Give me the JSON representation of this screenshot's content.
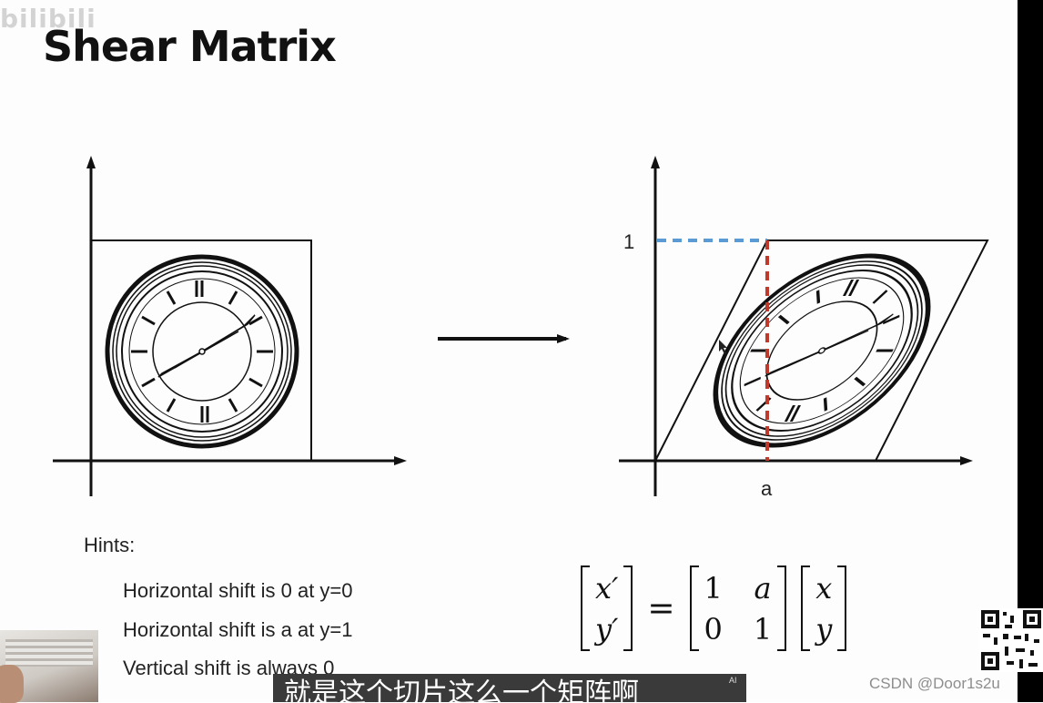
{
  "watermark": "bilibili",
  "title": "Shear Matrix",
  "figure": {
    "tick_y": "1",
    "tick_x": "a"
  },
  "hints": {
    "title": "Hints:",
    "items": [
      "Horizontal shift is 0 at y=0",
      "Horizontal shift is a at y=1",
      "Vertical shift is always 0"
    ]
  },
  "equation": {
    "lhs": [
      "x′",
      "y′"
    ],
    "equals": "=",
    "matrix": [
      [
        "1",
        "a"
      ],
      [
        "0",
        "1"
      ]
    ],
    "rhs": [
      "x",
      "y"
    ]
  },
  "subtitle": "就是这个切片这么一个矩阵啊",
  "ai_label": "AI",
  "footer": "CSDN @Door1s2u",
  "colors": {
    "blue_dash": "#5b9bd5",
    "red_dash": "#c0392b",
    "ink": "#111111"
  }
}
